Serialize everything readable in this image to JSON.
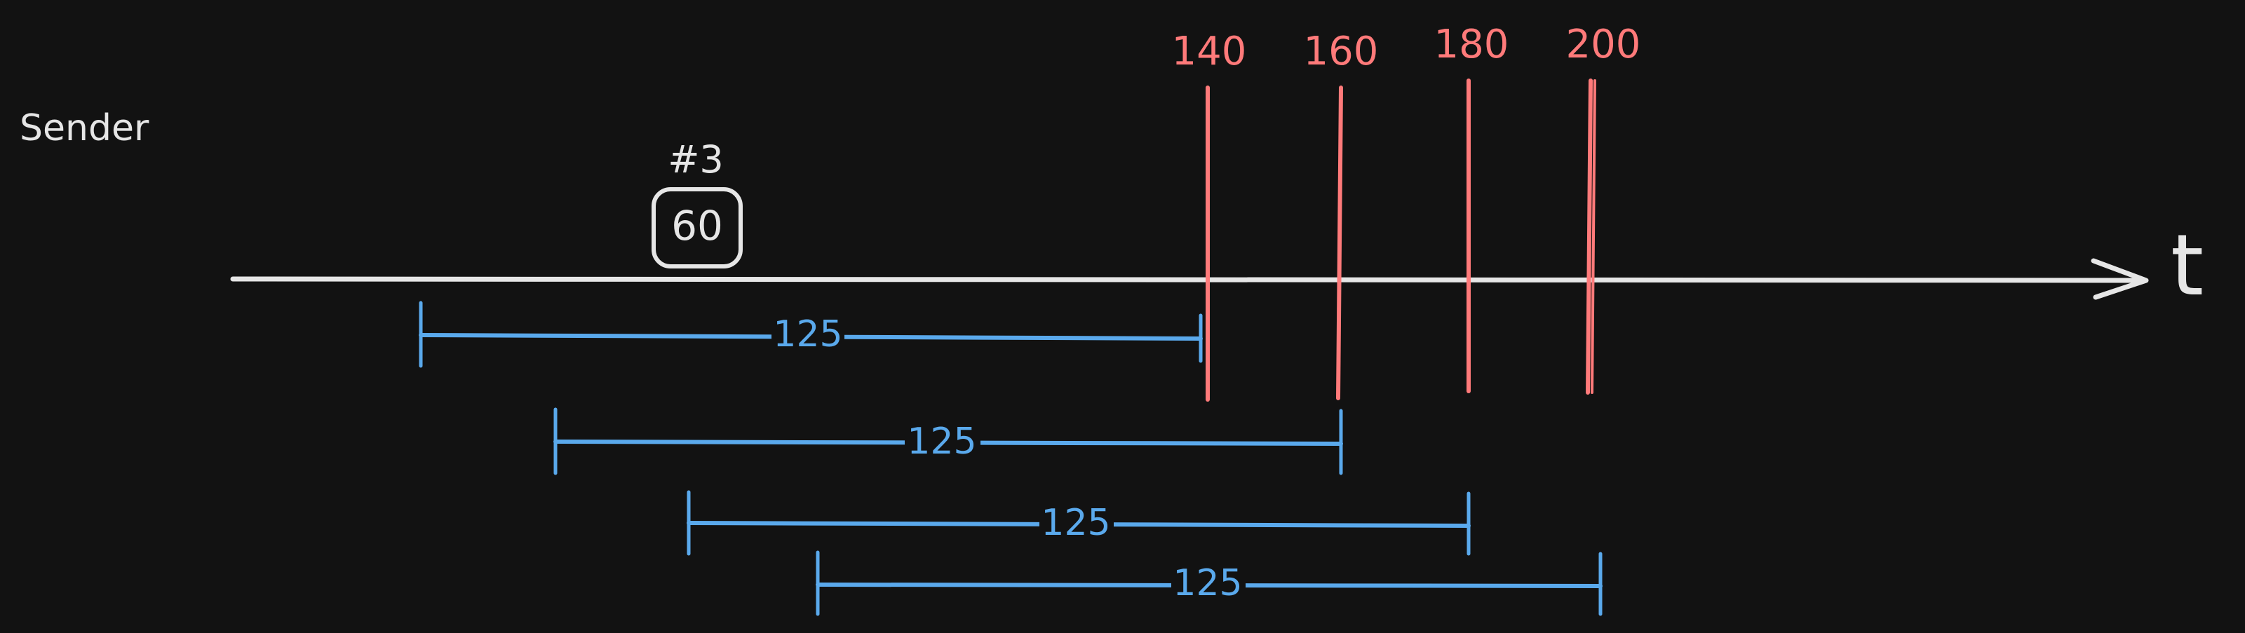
{
  "sender_label": "Sender",
  "axis_label": "t",
  "packet": {
    "id": "#3",
    "value": "60"
  },
  "deadlines": [
    "140",
    "160",
    "180",
    "200"
  ],
  "intervals": [
    "125",
    "125",
    "125",
    "125"
  ],
  "colors": {
    "background": "#121212",
    "axis": "#e6e6e6",
    "deadline": "#ff7a7a",
    "interval": "#5aa9ec"
  }
}
